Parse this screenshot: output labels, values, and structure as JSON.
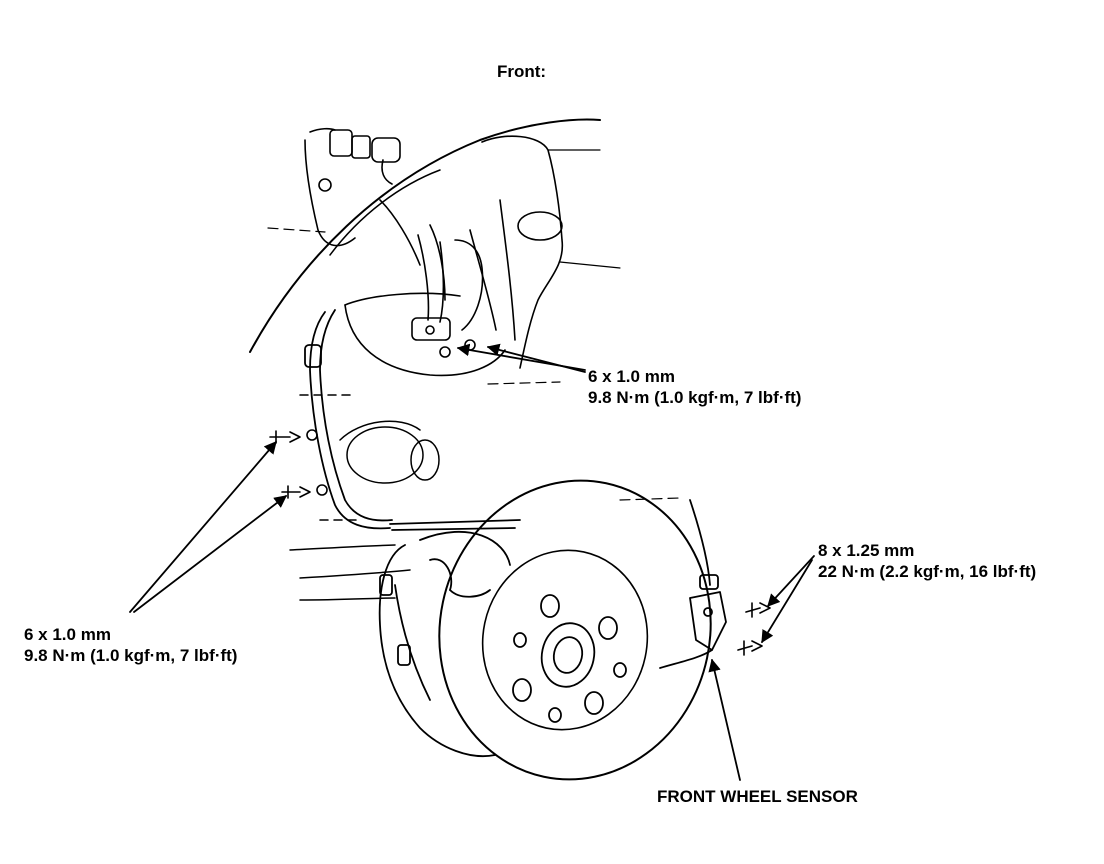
{
  "title": "Front:",
  "callouts": {
    "upper_bracket_bolts": {
      "size": "6 x 1.0 mm",
      "torque": "9.8 N·m (1.0 kgf·m, 7 lbf·ft)"
    },
    "hose_bracket_bolts": {
      "size": "6 x 1.0 mm",
      "torque": "9.8 N·m (1.0 kgf·m, 7 lbf·ft)"
    },
    "sensor_bolts": {
      "size": "8 x 1.25 mm",
      "torque": "22 N·m (2.2 kgf·m, 16 lbf·ft)"
    }
  },
  "parts": {
    "sensor": "FRONT WHEEL SENSOR"
  },
  "colors": {
    "ink": "#000000",
    "paper": "#ffffff"
  }
}
